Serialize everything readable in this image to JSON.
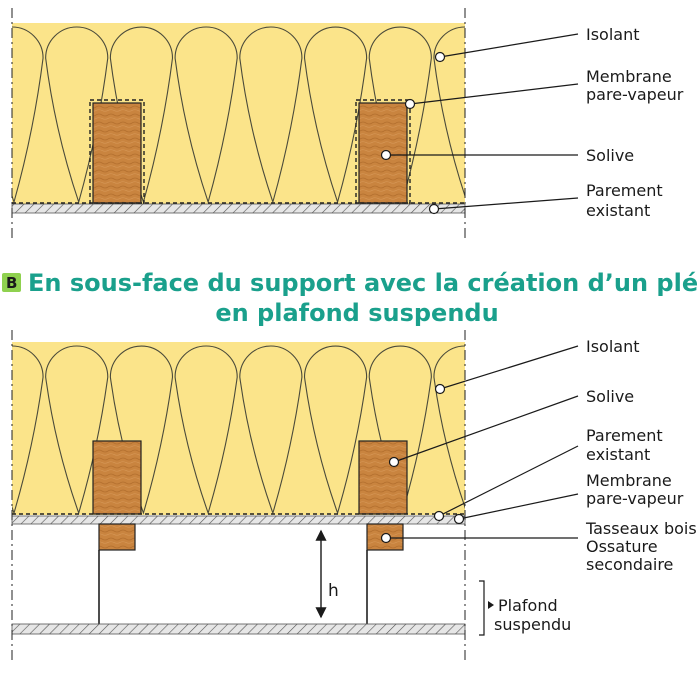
{
  "colors": {
    "insulation": "#fbe48a",
    "insulation_stroke": "#4a4a3a",
    "wood": "#c9843f",
    "wood_light": "#dba266",
    "title": "#1aa08c",
    "badge": "#8fd14f",
    "line": "#1a1a1a",
    "board": "#cfcfcf"
  },
  "diagram_a": {
    "labels": {
      "isolant": "Isolant",
      "membrane_1": "Membrane",
      "membrane_2": "pare-vapeur",
      "solive": "Solive",
      "parement_1": "Parement",
      "parement_2": "existant"
    }
  },
  "section_b": {
    "badge": "B",
    "title_line1": "En sous-face du support avec la création d’un plénum",
    "title_line2": "en plafond suspendu"
  },
  "diagram_b": {
    "labels": {
      "isolant": "Isolant",
      "solive": "Solive",
      "parement_1": "Parement",
      "parement_2": "existant",
      "membrane_1": "Membrane",
      "membrane_2": "pare-vapeur",
      "tasseaux": "Tasseaux bois",
      "ossature_1": "Ossature",
      "ossature_2": "secondaire",
      "plafond_1": "Plafond",
      "plafond_2": "suspendu",
      "h": "h"
    }
  }
}
